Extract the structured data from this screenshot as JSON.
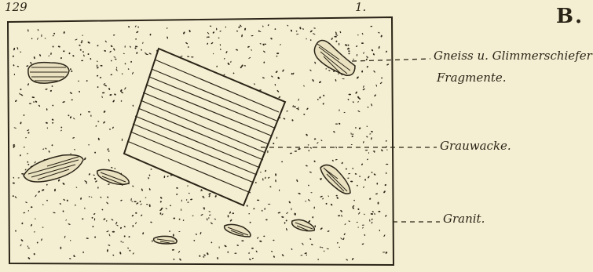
{
  "plate": {
    "number_left": "129",
    "number_right": "1.",
    "letter": "B."
  },
  "labels": {
    "gneiss_line1": "Gneiss u. Glimmerschiefer",
    "gneiss_line2": "Fragmente.",
    "grauwacke": "Grauwacke.",
    "granit": "Granit."
  },
  "colors": {
    "paper": "#f4eed2",
    "ink": "#2a2417"
  }
}
